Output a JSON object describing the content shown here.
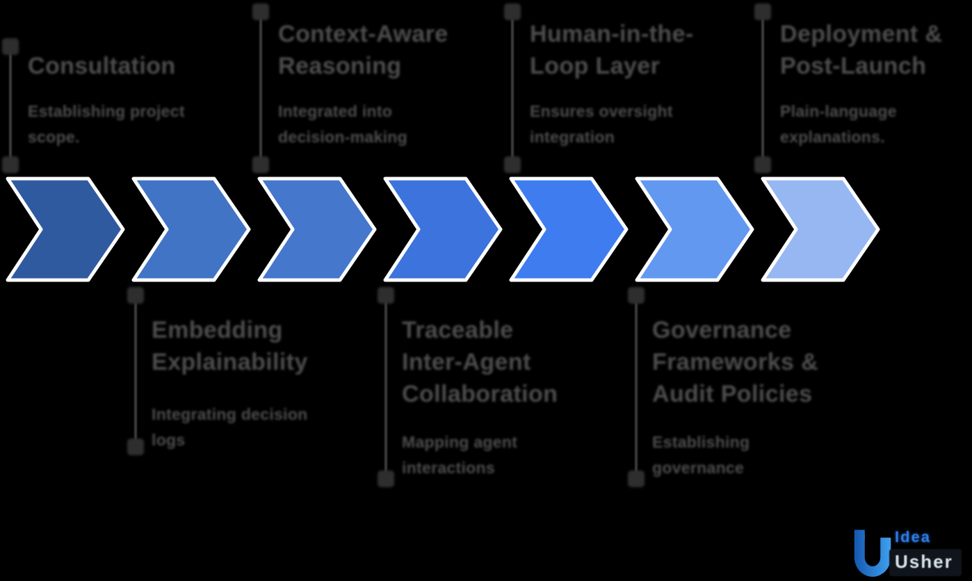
{
  "background": "#000000",
  "colors": {
    "text": "#4d4d4d",
    "connector_line": "#3a3a3a",
    "dot": "#4285f4",
    "arrow_border": "#ffffff"
  },
  "steps": [
    {
      "id": "consultation",
      "position": "top",
      "title_lines": [
        "Consultation"
      ],
      "sub_lines": [
        "Establishing project",
        "scope."
      ]
    },
    {
      "id": "context-aware-reasoning",
      "position": "top",
      "title_lines": [
        "Context-Aware",
        "Reasoning"
      ],
      "sub_lines": [
        "Integrated into",
        "decision-making"
      ]
    },
    {
      "id": "human-in-the-loop-layer",
      "position": "top",
      "title_lines": [
        "Human-in-the-",
        "Loop Layer"
      ],
      "sub_lines": [
        "Ensures oversight",
        "integration"
      ]
    },
    {
      "id": "deployment-post-launch",
      "position": "top",
      "title_lines": [
        "Deployment &",
        "Post-Launch"
      ],
      "sub_lines": [
        "Plain-language",
        "explanations."
      ]
    },
    {
      "id": "embedding-explainability",
      "position": "bottom",
      "title_lines": [
        "Embedding",
        "Explainability"
      ],
      "sub_lines": [
        "Integrating decision",
        "logs"
      ]
    },
    {
      "id": "traceable-inter-agent-collaboration",
      "position": "bottom",
      "title_lines": [
        "Traceable",
        "Inter-Agent",
        "Collaboration"
      ],
      "sub_lines": [
        "Mapping agent",
        "interactions"
      ]
    },
    {
      "id": "governance-frameworks-audit-policies",
      "position": "bottom",
      "title_lines": [
        "Governance",
        "Frameworks &",
        "Audit Policies"
      ],
      "sub_lines": [
        "Establishing",
        "governance"
      ]
    }
  ],
  "arrows": [
    {
      "step": 1,
      "color": "#2F5AA0"
    },
    {
      "step": 2,
      "color": "#4274C6"
    },
    {
      "step": 3,
      "color": "#4577CC"
    },
    {
      "step": 4,
      "color": "#3C73DC"
    },
    {
      "step": 5,
      "color": "#3E7CF0"
    },
    {
      "step": 6,
      "color": "#6298F0"
    },
    {
      "step": 7,
      "color": "#97B7F3"
    }
  ],
  "logo": {
    "brand_top": "Idea",
    "brand_bottom": "Usher"
  }
}
